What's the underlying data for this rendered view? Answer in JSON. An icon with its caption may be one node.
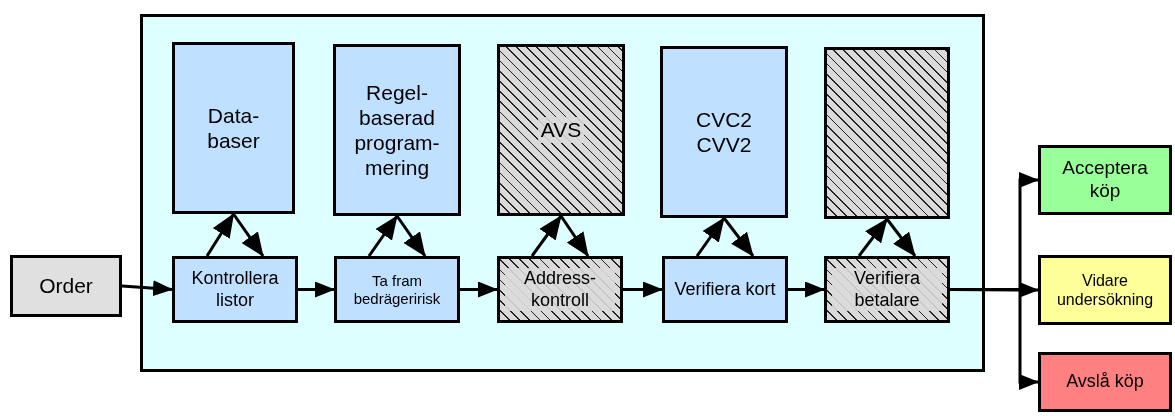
{
  "diagram": {
    "nodes": [
      {
        "text": [
          "Order"
        ]
      },
      {
        "text": [],
        "shape": "box"
      },
      {
        "text": [
          "Data- baser"
        ],
        "in": 1
      },
      {
        "text": [
          "Regel- baserad program- mering"
        ],
        "in": 1
      },
      {
        "text": [
          "AVS"
        ],
        "in": 1
      },
      {
        "text": [
          "CVC2 CVV2"
        ],
        "in": 1
      },
      {
        "text": [],
        "shape": "box",
        "in": 1
      },
      {
        "text": [
          "Kontrollera listor"
        ],
        "in": 1
      },
      {
        "text": [
          "Ta fram bedrägeririsk"
        ],
        "in": 1
      },
      {
        "text": [
          "Address- kontroll"
        ],
        "in": 1
      },
      {
        "text": [
          "Verifiera kort"
        ],
        "in": 1
      },
      {
        "text": [
          "Verifiera betalare"
        ],
        "in": 1
      },
      {
        "text": [
          "Acceptera köp"
        ]
      },
      {
        "text": [
          "Vidare undersökning"
        ]
      },
      {
        "text": [
          "Avslå köp"
        ]
      }
    ],
    "edges": [
      {
        "from": 0,
        "to": 7,
        "arrow": "to"
      },
      {
        "from": 7,
        "to": 2,
        "arrow": "to"
      },
      {
        "from": 2,
        "to": 7,
        "arrow": "to"
      },
      {
        "from": 7,
        "to": 8,
        "arrow": "to"
      },
      {
        "from": 8,
        "to": 3,
        "arrow": "to"
      },
      {
        "from": 3,
        "to": 8,
        "arrow": "to"
      },
      {
        "from": 8,
        "to": 9,
        "arrow": "to"
      },
      {
        "from": 9,
        "to": 4,
        "arrow": "to"
      },
      {
        "from": 4,
        "to": 9,
        "arrow": "to"
      },
      {
        "from": 9,
        "to": 10,
        "arrow": "to"
      },
      {
        "from": 10,
        "to": 5,
        "arrow": "to"
      },
      {
        "from": 5,
        "to": 10,
        "arrow": "to"
      },
      {
        "from": 10,
        "to": 11,
        "arrow": "to"
      },
      {
        "from": 11,
        "to": 6,
        "arrow": "to"
      },
      {
        "from": 6,
        "to": 11,
        "arrow": "to"
      },
      {
        "from": 11,
        "to": 12,
        "arrow": "to"
      },
      {
        "from": 11,
        "to": 13,
        "arrow": "to"
      },
      {
        "from": 11,
        "to": 14,
        "arrow": "to"
      }
    ]
  }
}
